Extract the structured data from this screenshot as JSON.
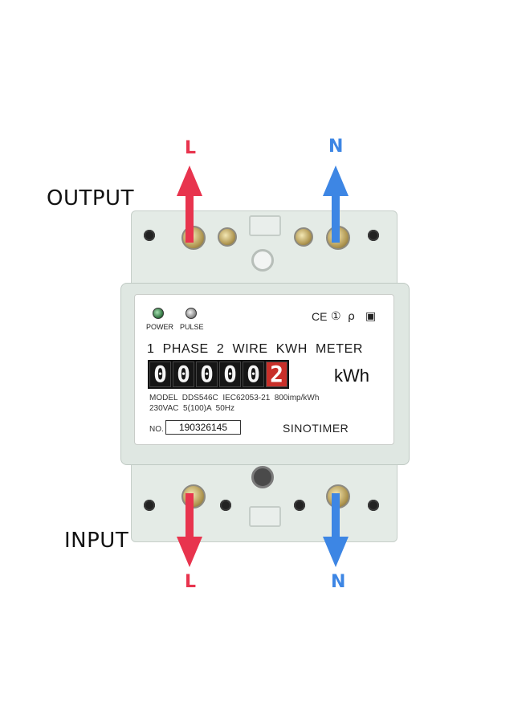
{
  "labels": {
    "output": "OUTPUT",
    "input": "INPUT",
    "output_left": "L",
    "output_right": "N",
    "input_left": "L",
    "input_right": "N"
  },
  "meter": {
    "power_label": "POWER",
    "pulse_label": "PULSE",
    "title": "1  PHASE  2  WIRE  KWH  METER",
    "digits": [
      "0",
      "0",
      "0",
      "0",
      "0",
      "2"
    ],
    "unit": "kWh",
    "model_line": "MODEL  DDS546C  IEC62053-21  800imp/kWh",
    "rating_line": "230VAC  5(100)A  50Hz",
    "no_label": "NO.",
    "serial": "190326145",
    "brand": "SINOTIMER",
    "ce_mark": "CE",
    "cert_icons": [
      "①",
      "⍴",
      "▣"
    ]
  },
  "colors": {
    "live": "#e8344e",
    "neutral": "#3d86e4",
    "body": "#dfe7e2",
    "counter_red": "#c8302a"
  }
}
